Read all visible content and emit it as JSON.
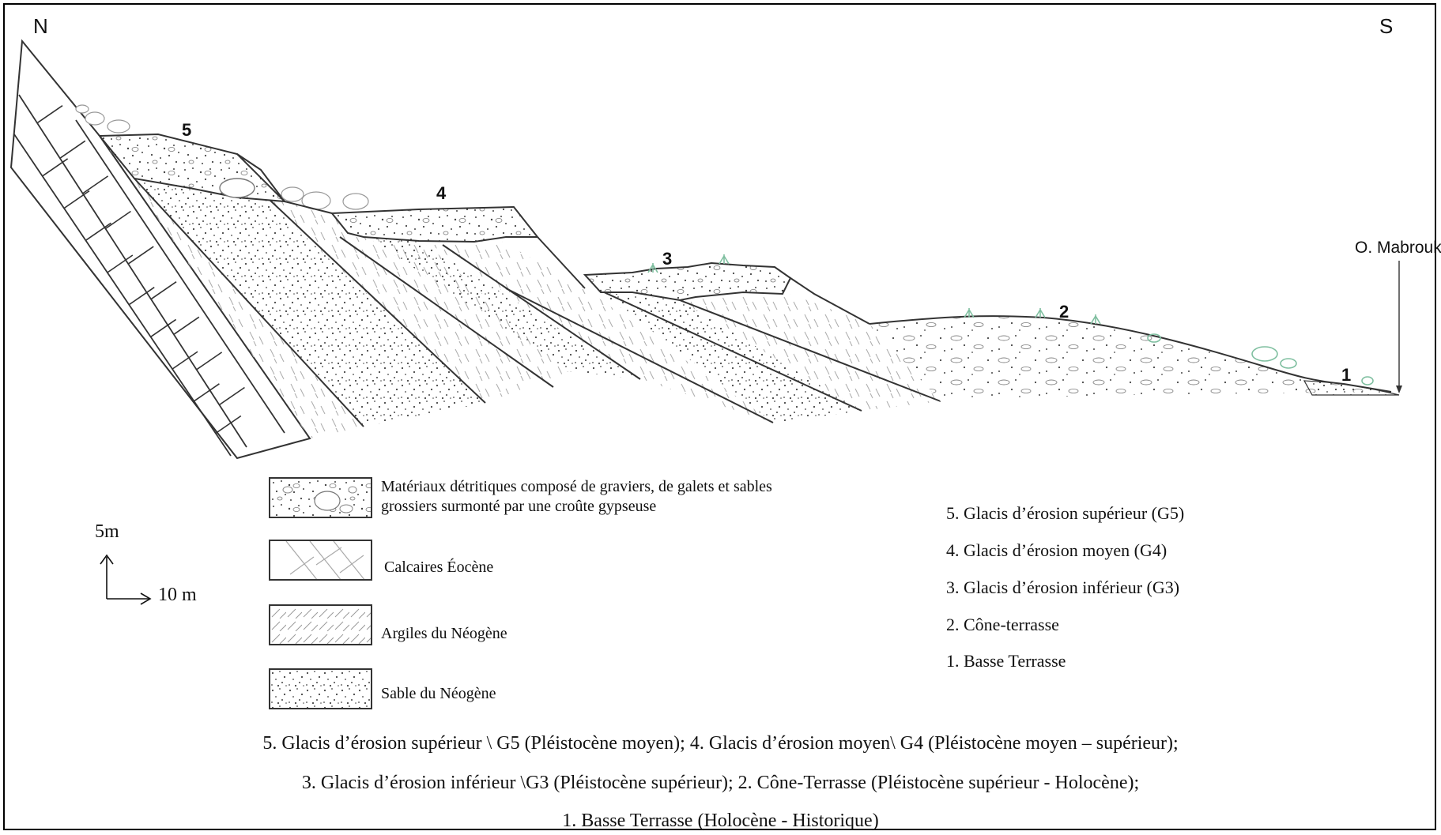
{
  "directions": {
    "north": "N",
    "south": "S"
  },
  "wadi_label": "O. Mabrouk",
  "surface_numbers": [
    "5",
    "4",
    "3",
    "2",
    "1"
  ],
  "scale": {
    "vertical": "5m",
    "horizontal": "10 m"
  },
  "legend": [
    {
      "pattern": "gravel",
      "text_lines": [
        "Matériaux détritiques composé de graviers, de galets et sables",
        "grossiers surmonté par une croûte gypseuse"
      ]
    },
    {
      "pattern": "limestone",
      "text_lines": [
        "Calcaires Éocène"
      ]
    },
    {
      "pattern": "clay",
      "text_lines": [
        "Argiles du Néogène"
      ]
    },
    {
      "pattern": "sand",
      "text_lines": [
        "Sable du Néogène"
      ]
    }
  ],
  "surface_list": [
    "5. Glacis d’érosion supérieur (G5)",
    "4. Glacis d’érosion moyen (G4)",
    "3. Glacis d’érosion inférieur (G3)",
    "2. Cône-terrasse",
    "1. Basse Terrasse"
  ],
  "caption_lines": [
    "5. Glacis d’érosion supérieur \\ G5 (Pléistocène moyen);   4. Glacis d’érosion moyen\\ G4 (Pléistocène moyen – supérieur);",
    "3. Glacis d’érosion  inférieur \\G3 (Pléistocène supérieur);   2. Cône-Terrasse (Pléistocène supérieur - Holocène);",
    "1. Basse Terrasse (Holocène - Historique)"
  ],
  "colors": {
    "line": "#333333",
    "text": "#111111",
    "vegetation": "#7fbfa0"
  }
}
